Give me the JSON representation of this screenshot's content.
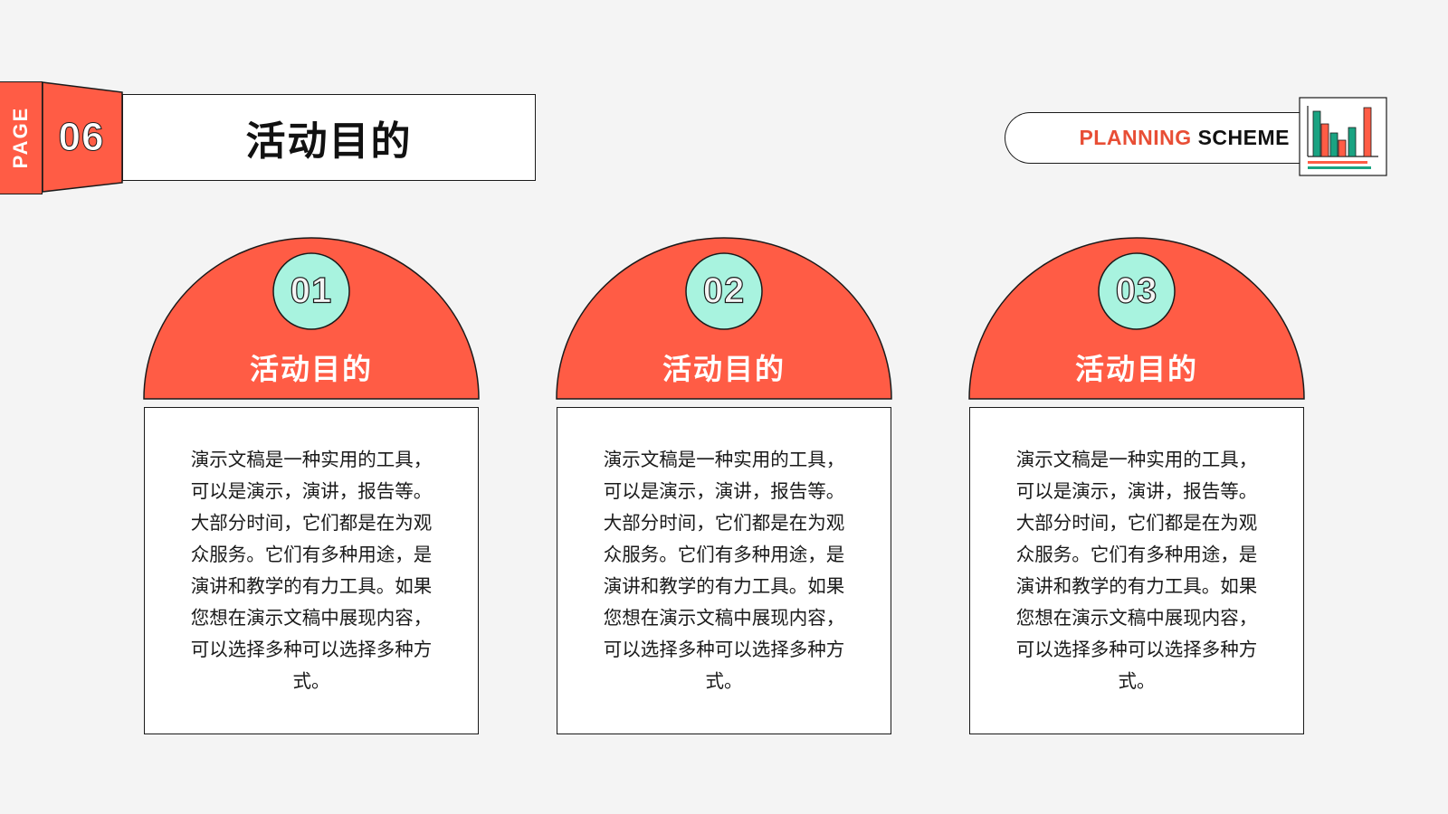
{
  "header": {
    "page_word": "PAGE",
    "page_number": "06",
    "title": "活动目的"
  },
  "tag": {
    "word1": "PLANNING",
    "word2": "SCHEME",
    "icon": "bar-chart-icon"
  },
  "colors": {
    "accent": "#ff5c45",
    "badge": "#a8f3df",
    "teal": "#1aa382",
    "outline": "#1a1a1a",
    "background": "#f4f4f4"
  },
  "cards": [
    {
      "number": "01",
      "title": "活动目的",
      "body": "演示文稿是一种实用的工具，可以是演示，演讲，报告等。大部分时间，它们都是在为观众服务。它们有多种用途，是演讲和教学的有力工具。如果您想在演示文稿中展现内容，可以选择多种可以选择多种方式。"
    },
    {
      "number": "02",
      "title": "活动目的",
      "body": "演示文稿是一种实用的工具，可以是演示，演讲，报告等。大部分时间，它们都是在为观众服务。它们有多种用途，是演讲和教学的有力工具。如果您想在演示文稿中展现内容，可以选择多种可以选择多种方式。"
    },
    {
      "number": "03",
      "title": "活动目的",
      "body": "演示文稿是一种实用的工具，可以是演示，演讲，报告等。大部分时间，它们都是在为观众服务。它们有多种用途，是演讲和教学的有力工具。如果您想在演示文稿中展现内容，可以选择多种可以选择多种方式。"
    }
  ]
}
